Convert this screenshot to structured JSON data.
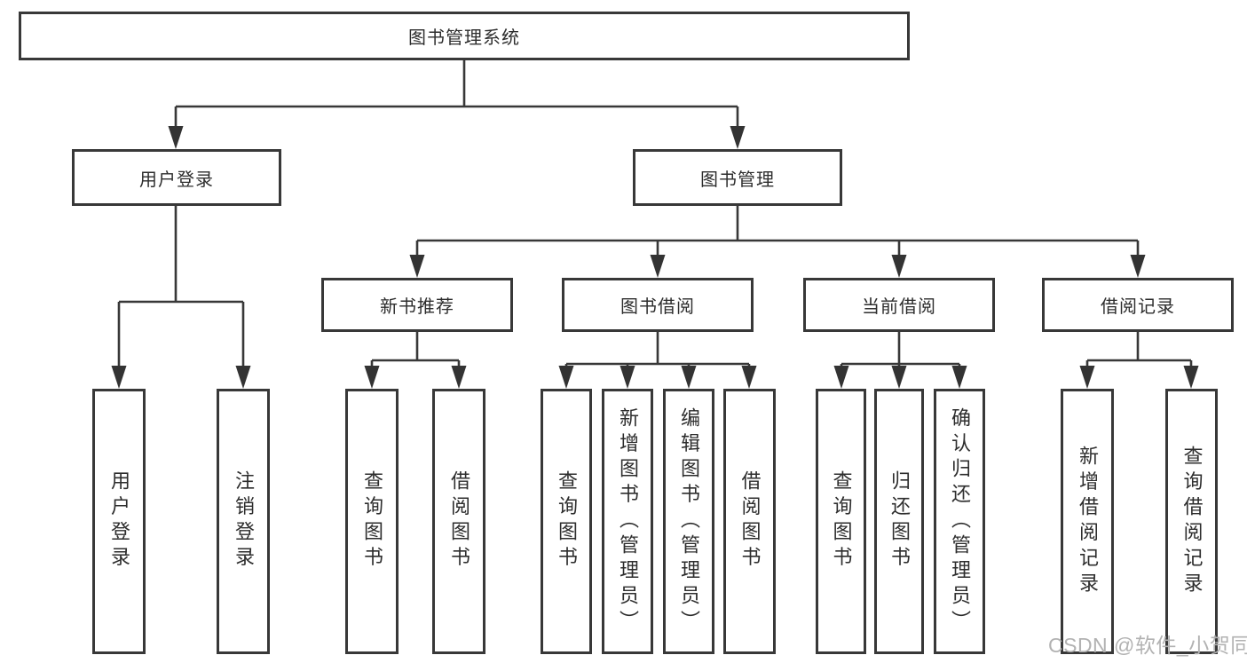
{
  "colors": {
    "line": "#383838",
    "arrow": "#333333",
    "text": "#2d2d2d",
    "watermark": "#b2b2b2",
    "background": "#ffffff"
  },
  "tree": {
    "root": {
      "label": "图书管理系统"
    },
    "branches": [
      {
        "label": "用户登录",
        "children": [
          {
            "label": "用户登录"
          },
          {
            "label": "注销登录"
          }
        ]
      },
      {
        "label": "图书管理",
        "groups": [
          {
            "label": "新书推荐",
            "children": [
              {
                "label": "查询图书"
              },
              {
                "label": "借阅图书"
              }
            ]
          },
          {
            "label": "图书借阅",
            "children": [
              {
                "label": "查询图书"
              },
              {
                "label": "新增图书（管理员）"
              },
              {
                "label": "编辑图书（管理员）"
              },
              {
                "label": "借阅图书"
              }
            ]
          },
          {
            "label": "当前借阅",
            "children": [
              {
                "label": "查询图书"
              },
              {
                "label": "归还图书"
              },
              {
                "label": "确认归还（管理员）"
              }
            ]
          },
          {
            "label": "借阅记录",
            "children": [
              {
                "label": "新增借阅记录"
              },
              {
                "label": "查询借阅记录"
              }
            ]
          }
        ]
      }
    ]
  },
  "watermark": {
    "text": "CSDN @软件_小贺同学"
  }
}
